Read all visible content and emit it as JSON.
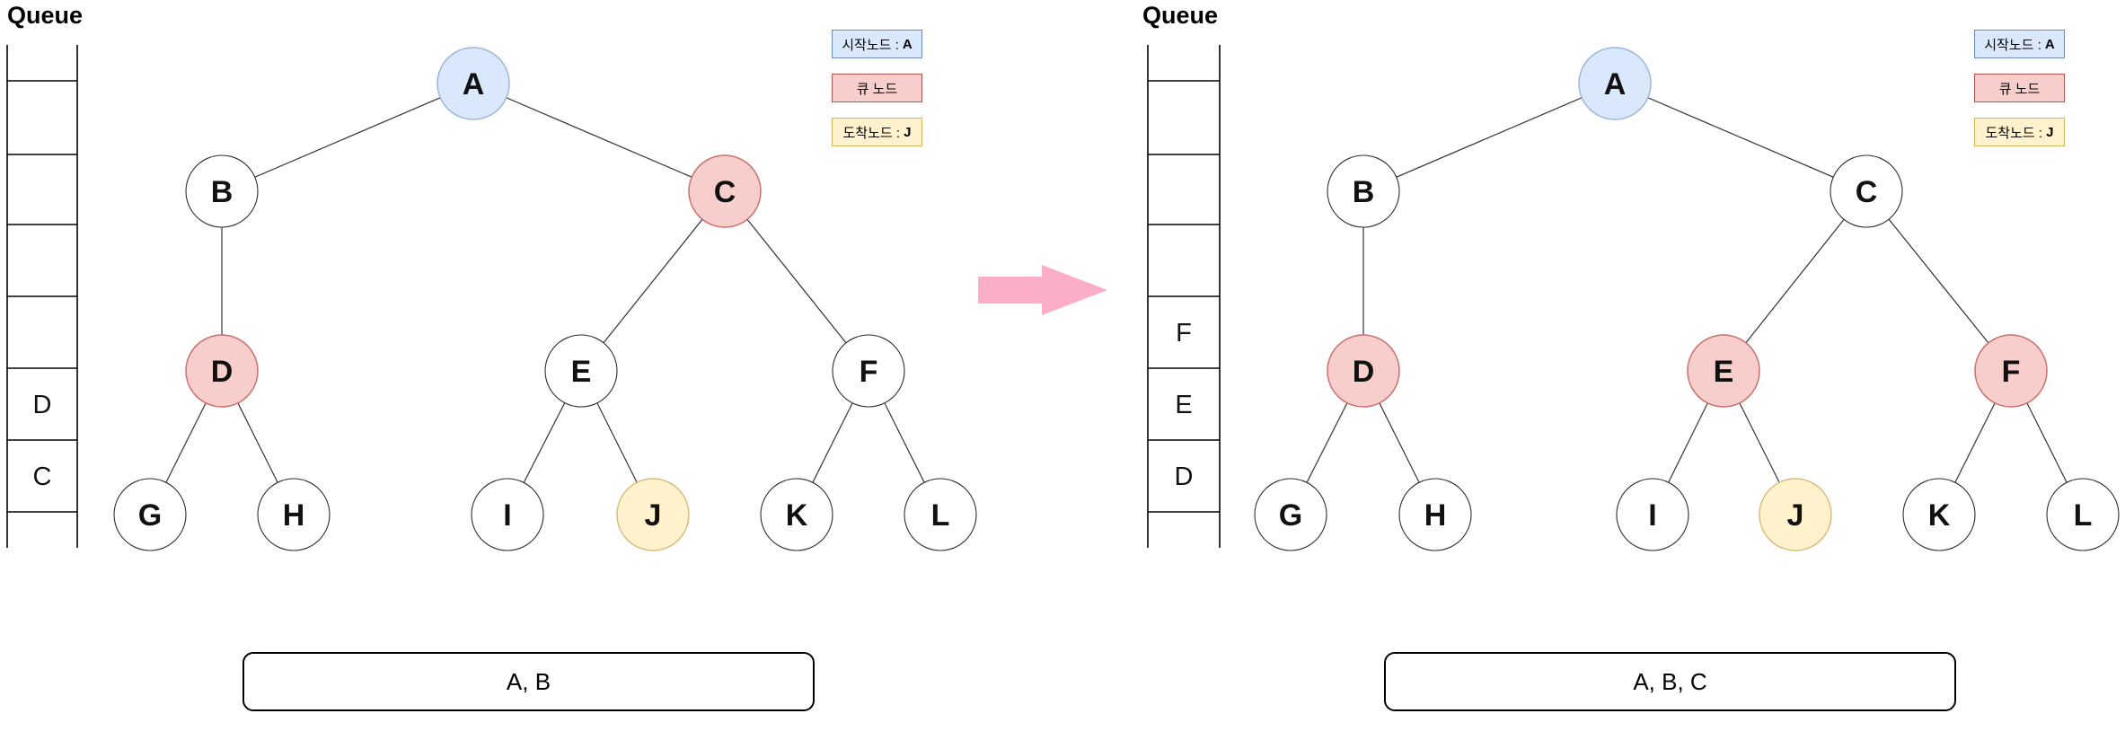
{
  "colors": {
    "start_fill": "#dae8fc",
    "start_stroke": "#9db5dc",
    "queue_fill": "#f8cecc",
    "queue_stroke": "#c8716c",
    "goal_fill": "#fff2cc",
    "goal_stroke": "#d9bd7f",
    "plain_fill": "#ffffff",
    "plain_stroke": "#2d2d2d",
    "legend_start_stroke": "#6c8ebf",
    "legend_queue_stroke": "#b85450",
    "legend_goal_stroke": "#d6b656",
    "edge_stroke": "#333333",
    "queue_line": "#000000",
    "arrow": "#fcadc7"
  },
  "legend": [
    {
      "label": "시작노드 : A",
      "state": "start"
    },
    {
      "label": "큐 노드",
      "state": "queue"
    },
    {
      "label": "도착노드 : J",
      "state": "goal"
    }
  ],
  "edges": [
    [
      "A",
      "B"
    ],
    [
      "A",
      "C"
    ],
    [
      "B",
      "D"
    ],
    [
      "C",
      "E"
    ],
    [
      "C",
      "F"
    ],
    [
      "D",
      "G"
    ],
    [
      "D",
      "H"
    ],
    [
      "E",
      "I"
    ],
    [
      "E",
      "J"
    ],
    [
      "F",
      "K"
    ],
    [
      "F",
      "L"
    ]
  ],
  "panels": [
    {
      "name": "step-before",
      "queue_label": "Queue",
      "queue_cells": [
        "",
        "",
        "",
        "",
        "D",
        "C"
      ],
      "nodes": [
        {
          "id": "A",
          "state": "start"
        },
        {
          "id": "B",
          "state": "plain"
        },
        {
          "id": "C",
          "state": "queue"
        },
        {
          "id": "D",
          "state": "queue"
        },
        {
          "id": "E",
          "state": "plain"
        },
        {
          "id": "F",
          "state": "plain"
        },
        {
          "id": "G",
          "state": "plain"
        },
        {
          "id": "H",
          "state": "plain"
        },
        {
          "id": "I",
          "state": "plain"
        },
        {
          "id": "J",
          "state": "goal"
        },
        {
          "id": "K",
          "state": "plain"
        },
        {
          "id": "L",
          "state": "plain"
        }
      ],
      "visited": "A, B"
    },
    {
      "name": "step-after",
      "queue_label": "Queue",
      "queue_cells": [
        "",
        "",
        "",
        "F",
        "E",
        "D"
      ],
      "nodes": [
        {
          "id": "A",
          "state": "start"
        },
        {
          "id": "B",
          "state": "plain"
        },
        {
          "id": "C",
          "state": "plain"
        },
        {
          "id": "D",
          "state": "queue"
        },
        {
          "id": "E",
          "state": "queue"
        },
        {
          "id": "F",
          "state": "queue"
        },
        {
          "id": "G",
          "state": "plain"
        },
        {
          "id": "H",
          "state": "plain"
        },
        {
          "id": "I",
          "state": "plain"
        },
        {
          "id": "J",
          "state": "goal"
        },
        {
          "id": "K",
          "state": "plain"
        },
        {
          "id": "L",
          "state": "plain"
        }
      ],
      "visited": "A, B, C"
    }
  ]
}
